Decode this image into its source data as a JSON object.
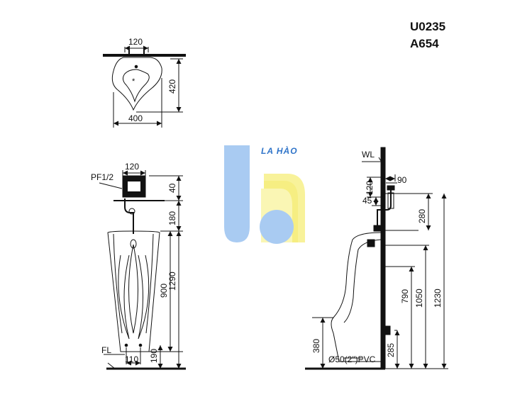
{
  "models": [
    "U0235",
    "A654"
  ],
  "watermark": {
    "text": "LA HÀO",
    "blue": "#a9cbf2",
    "yellow": "#f8f29a",
    "text_color": "#2f74c9"
  },
  "top_view": {
    "width_top": "120",
    "width_bottom": "400",
    "depth": "420"
  },
  "front_view": {
    "pipe_label": "PF1/2",
    "width_valve": "120",
    "dim_40": "40",
    "dim_180": "180",
    "dim_900": "900",
    "dim_1290": "1290",
    "dim_110": "110",
    "dim_190": "190",
    "floor_label": "FL"
  },
  "side_view": {
    "wall_label": "WL",
    "dim_90": "90",
    "dim_120": "120",
    "dim_45": "45",
    "dim_280": "280",
    "dim_790": "790",
    "dim_1050": "1050",
    "dim_1230": "1230",
    "dim_285": "285",
    "dim_380": "380",
    "drain_label": "Ø50(2\")PVC"
  }
}
